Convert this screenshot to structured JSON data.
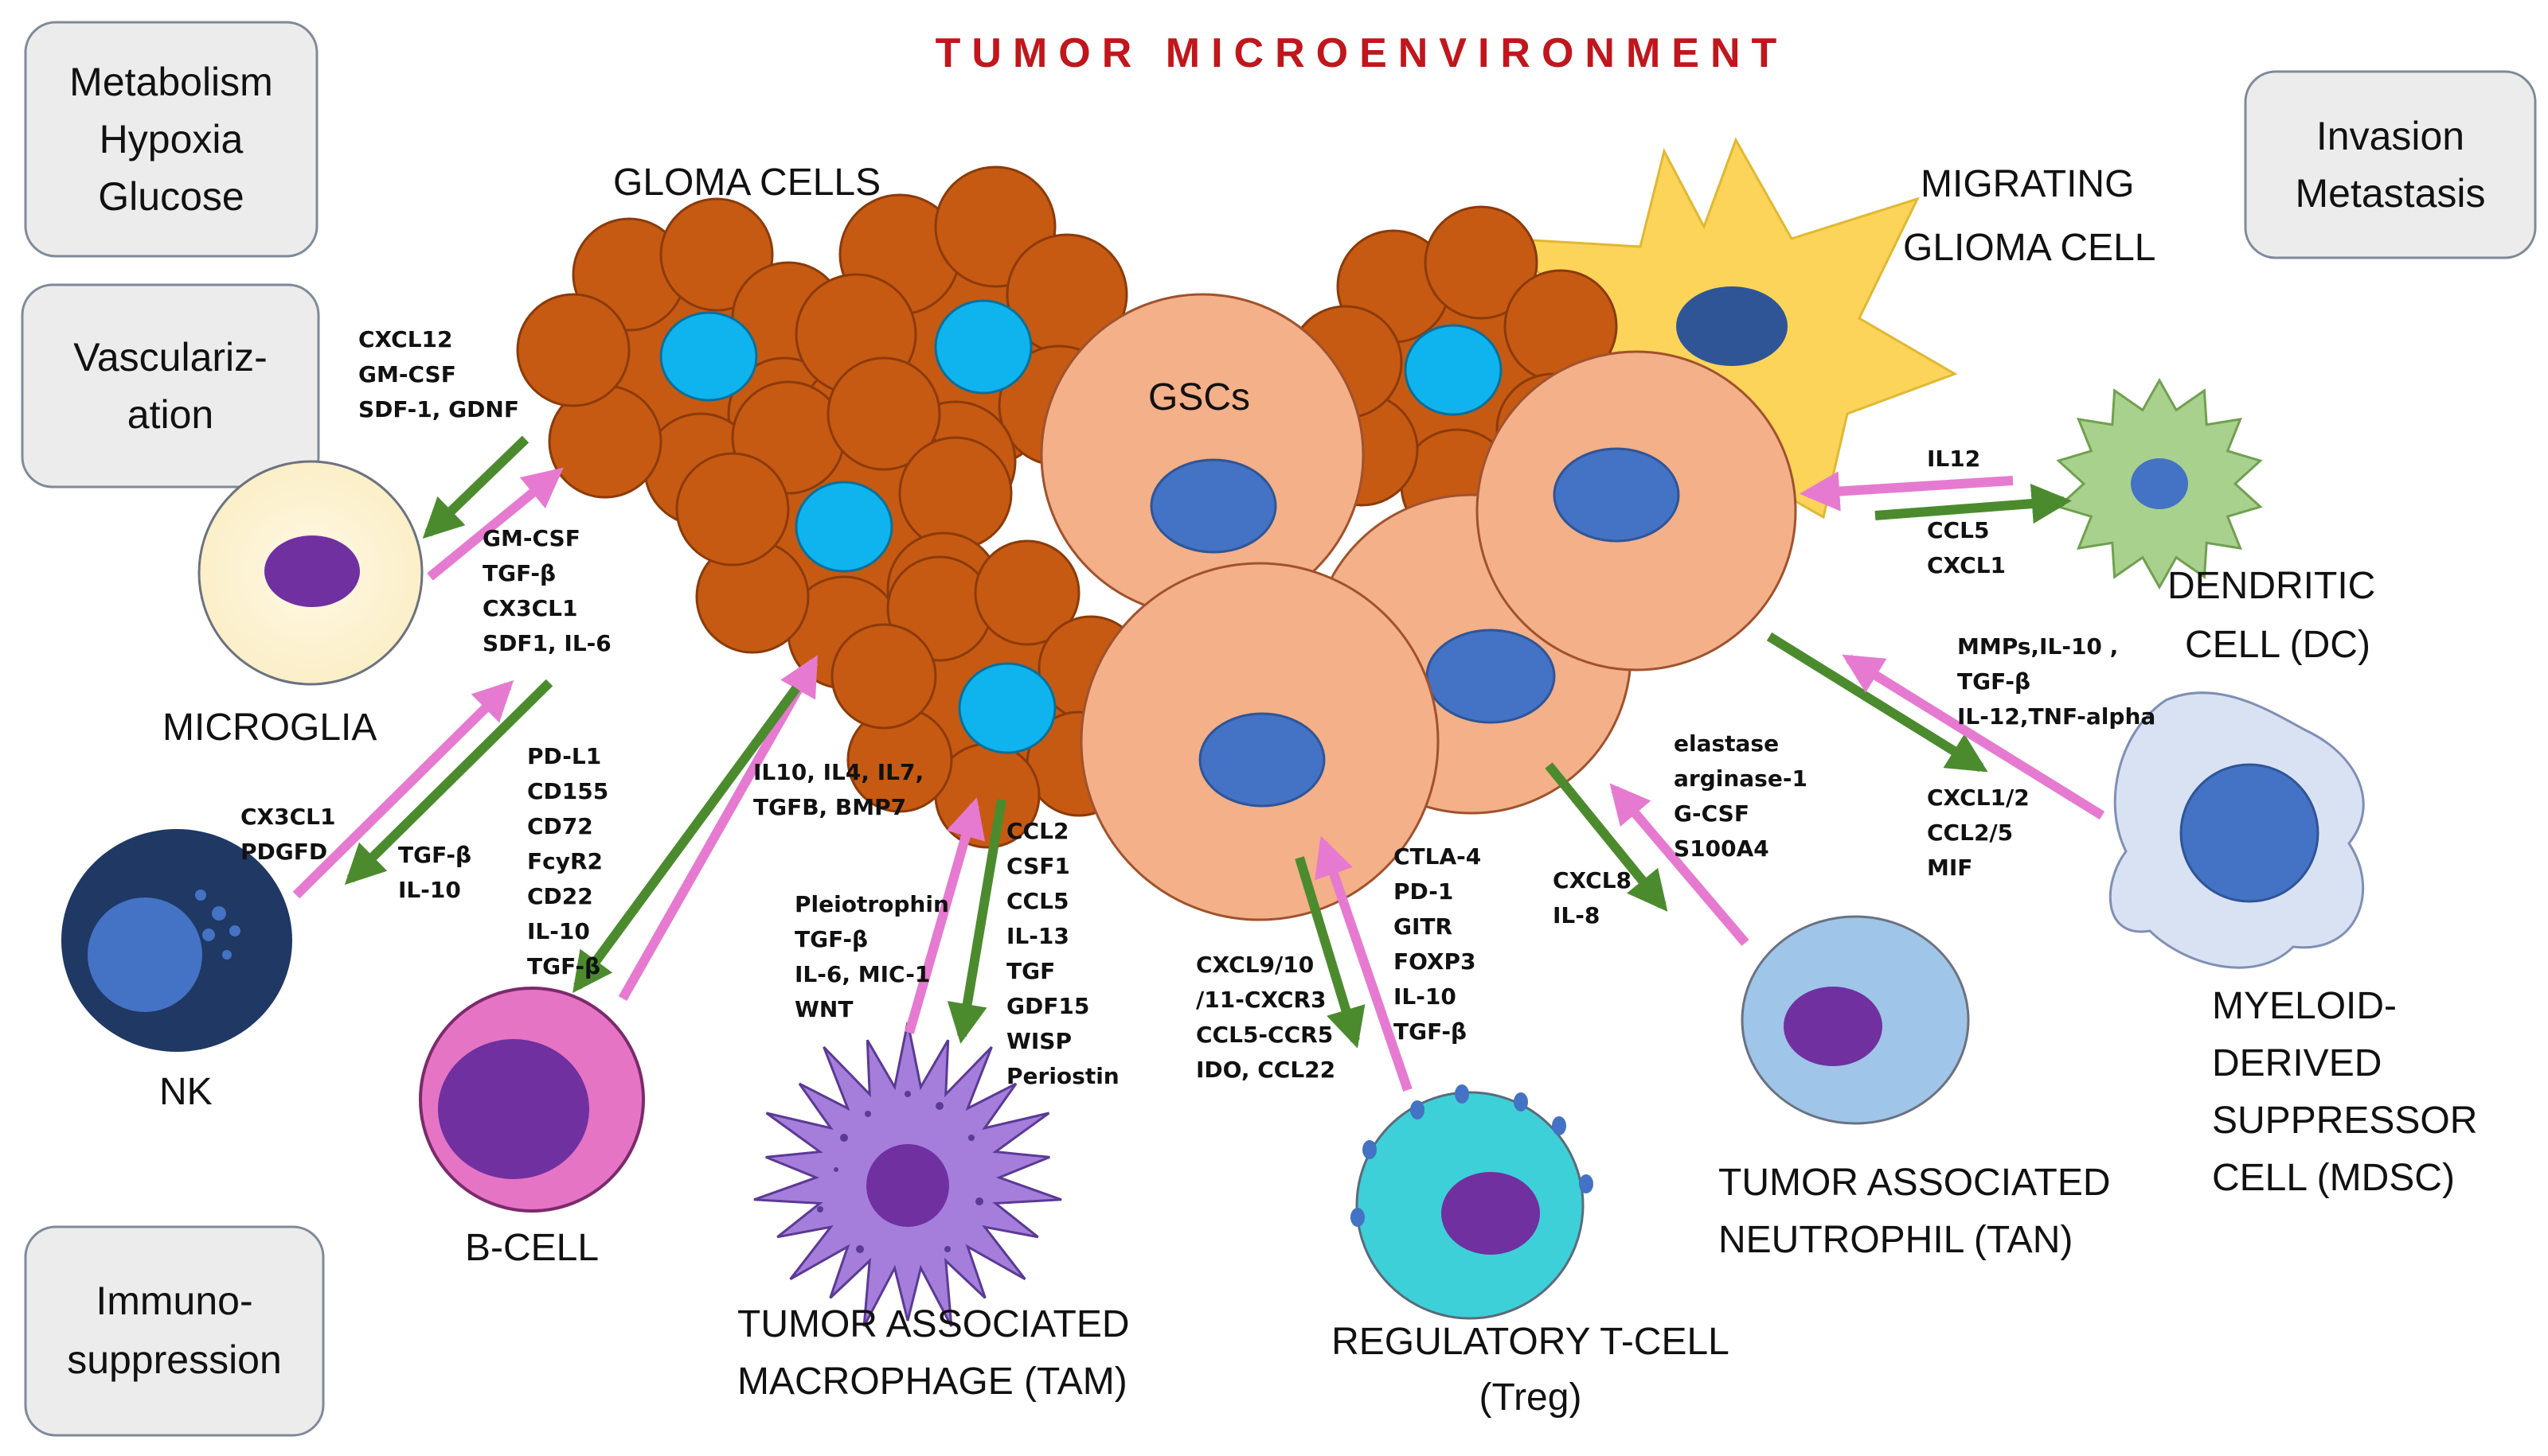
{
  "title": "TUMOR MICROENVIRONMENT",
  "colors": {
    "title": "#c0161c",
    "glioma_brown": "#c65a12",
    "gsc_peach": "#f3b089",
    "nucleus_blue": "#4472c4",
    "glioma_nucleus": "#0fb4ee",
    "migrating_yellow": "#fcd45a",
    "arrow_green": "#4b8b2e",
    "arrow_pink": "#e67ad0",
    "box_fill": "#ececec"
  },
  "boxes": {
    "metabolism": [
      "Metabolism",
      "Hypoxia",
      "Glucose"
    ],
    "vascularization": [
      "Vasculariz-",
      "ation"
    ],
    "invasion": [
      "Invasion",
      "Metastasis"
    ],
    "immuno": [
      "Immuno-",
      "suppression"
    ]
  },
  "labels": {
    "glioma_cells": "GLOMA CELLS",
    "gscs": "GSCs",
    "migrating": [
      "MIGRATING",
      "GLIOMA CELL"
    ],
    "microglia": "MICROGLIA",
    "nk": "NK",
    "bcell": "B-CELL",
    "tam": [
      "TUMOR ASSOCIATED",
      "MACROPHAGE (TAM)"
    ],
    "treg": [
      "REGULATORY T-CELL",
      "(Treg)"
    ],
    "tan": [
      "TUMOR ASSOCIATED",
      "NEUTROPHIL (TAN)"
    ],
    "mdsc": [
      "MYELOID-",
      "DERIVED",
      "SUPPRESSOR",
      "CELL (MDSC)"
    ],
    "dc": [
      "DENDRITIC",
      "CELL (DC)"
    ]
  },
  "molecules": {
    "to_microglia": [
      "CXCL12",
      "GM-CSF",
      "SDF-1, GDNF"
    ],
    "from_microglia": [
      "GM-CSF",
      "TGF-β",
      "CX3CL1",
      "SDF1, IL-6"
    ],
    "from_nk": [
      "CX3CL1",
      "PDGFD"
    ],
    "to_nk": [
      "TGF-β",
      "IL-10"
    ],
    "to_bcell": [
      "PD-L1",
      "CD155",
      "CD72",
      "FcyR2",
      "CD22",
      "IL-10",
      "TGF-β"
    ],
    "from_bcell": [
      "IL10, IL4, IL7,",
      "TGFB, BMP7"
    ],
    "from_tam": [
      "Pleiotrophin",
      "TGF-β",
      "IL-6, MIC-1",
      "WNT"
    ],
    "to_tam": [
      "CCL2",
      "CSF1",
      "CCL5",
      "IL-13",
      "TGF",
      "GDF15",
      "WISP",
      "Periostin"
    ],
    "to_treg": [
      "CXCL9/10",
      "/11-CXCR3",
      "CCL5-CCR5",
      "IDO, CCL22"
    ],
    "from_treg": [
      "CTLA-4",
      "PD-1",
      "GITR",
      "FOXP3",
      "IL-10",
      "TGF-β"
    ],
    "to_tan": [
      "CXCL8",
      "IL-8"
    ],
    "from_tan": [
      "elastase",
      "arginase-1",
      "G-CSF",
      "S100A4"
    ],
    "to_mdsc": [
      "CXCL1/2",
      "CCL2/5",
      "MIF"
    ],
    "from_mdsc": [
      "MMPs,IL-10 ,",
      "TGF-β",
      "IL-12,TNF-alpha"
    ],
    "from_dc": [
      "IL12"
    ],
    "to_dc": [
      "CCL5",
      "CXCL1"
    ]
  }
}
